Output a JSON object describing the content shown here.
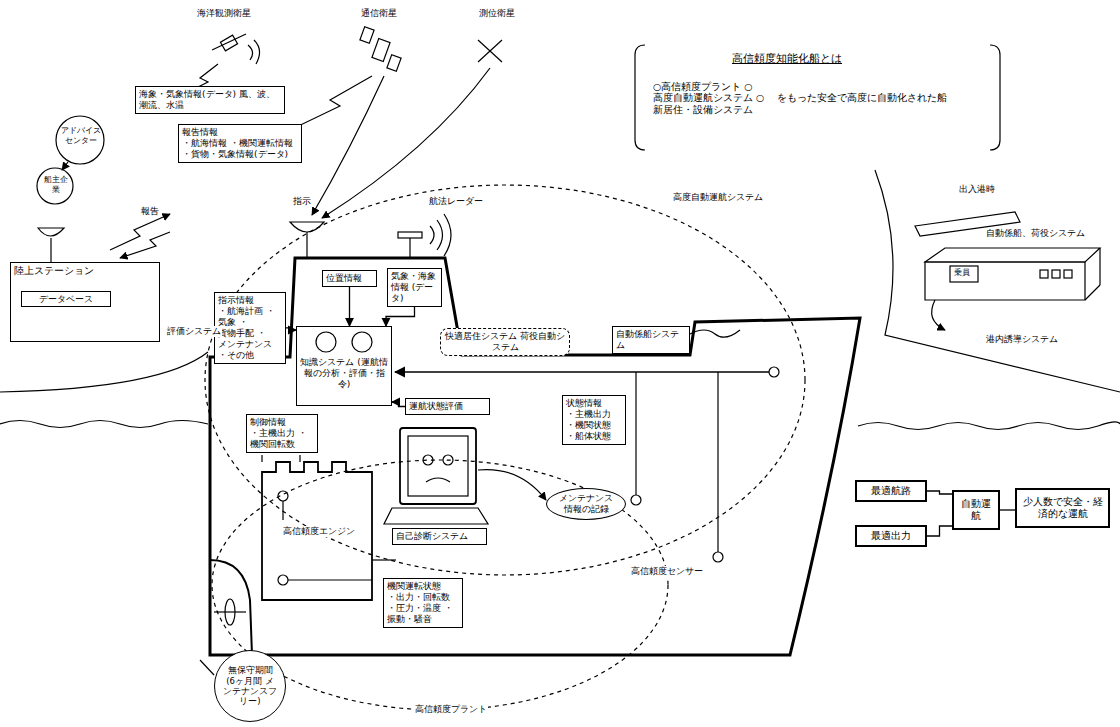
{
  "diagram": {
    "title": "高信頼度知能化船とは",
    "nodes": [
      {
        "text": [
          "○高信頼度プラント ○高度自動運航システム ○新居住・設備システム",
          "をもった安全で高度に自動化された船"
        ]
      },
      {
        "text": [
          "海象・気象情報(データ) 風、波、潮流、水温"
        ]
      },
      {
        "text": [
          "報告情報",
          "・航海情報 ・機関運転情報 ・貨物・気象情報(データ)"
        ]
      },
      {
        "text": [
          "陸上ステーション"
        ]
      },
      {
        "text": [
          "指示情報",
          "・航海計画 ・気象 ・貨物手配 ・メンテナンス ・その他"
        ]
      },
      {
        "text": [
          "位置情報"
        ]
      },
      {
        "text": [
          "気象・海象情報 (データ)"
        ]
      },
      {
        "text": [
          "知識システム (運航情報の分析・評価・指令)"
        ]
      },
      {
        "text": [
          "快適居住システム 荷役自動システム"
        ]
      },
      {
        "text": [
          "自動係船システム"
        ]
      },
      {
        "text": [
          "運航状態評価"
        ]
      },
      {
        "text": [
          "状態情報",
          "・主機出力 ・機関状態 ・船体状態"
        ]
      },
      {
        "text": [
          "制御情報",
          "・主機出力 ・機関回転数"
        ]
      },
      {
        "text": [
          "自己診断システム"
        ]
      },
      {
        "text": [
          "メンテナンス情報の記録"
        ]
      },
      {
        "text": [
          "機関運転状態",
          "・出力・回転数 ・圧力・温度 ・振動・騒音"
        ]
      },
      {
        "text": [
          "無保守期間 (6ヶ月間 メンテナンスフリー)"
        ]
      },
      {
        "text": [
          "最適航路"
        ]
      },
      {
        "text": [
          "最適出力"
        ]
      },
      {
        "text": [
          "自動運航"
        ]
      },
      {
        "text": [
          "少人数で安全・経済的な運航"
        ]
      },
      {
        "text": [
          "データベース"
        ],
        "in": 3
      }
    ],
    "edges": [
      {
        "from": 5,
        "to": 7,
        "arrow": "to"
      },
      {
        "from": 6,
        "to": 7,
        "arrow": "to"
      },
      {
        "from": 4,
        "to": 7,
        "arrow": "to"
      },
      {
        "from": 10,
        "to": 7,
        "arrow": "to"
      },
      {
        "from": 17,
        "to": 19,
        "arrow": "none"
      },
      {
        "from": 18,
        "to": 19,
        "arrow": "none"
      },
      {
        "from": 19,
        "to": 20,
        "arrow": "none"
      }
    ],
    "labels": [
      "海洋観測衛星",
      "通信衛星",
      "測位衛星",
      "指示",
      "報告",
      "アドバイスセンター",
      "船主企業",
      "評価システム",
      "航法レーダー",
      "高度自動運航システム",
      "高信頼度エンジン",
      "高信頼度センサー",
      "高信頼度プラント",
      "出入港時",
      "自動係船、荷役システム",
      "港内誘導システム",
      "乗員"
    ]
  }
}
